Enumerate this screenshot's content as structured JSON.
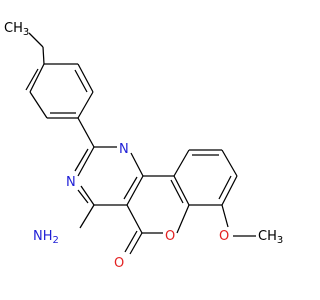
{
  "molecule": {
    "labels": {
      "ch3": "CH",
      "ch3_sub": "3",
      "n_upper": "N",
      "n_lower": "N",
      "nh2": "NH",
      "nh2_sub": "2",
      "ring_o": "O",
      "carbonyl_o": "O",
      "methoxy_o": "O",
      "methoxy_ch3": "CH",
      "methoxy_ch3_sub": "3"
    },
    "colors": {
      "bond": "#000000",
      "nitrogen": "#1f1fd6",
      "oxygen": "#e32222",
      "carbon": "#000000"
    }
  }
}
